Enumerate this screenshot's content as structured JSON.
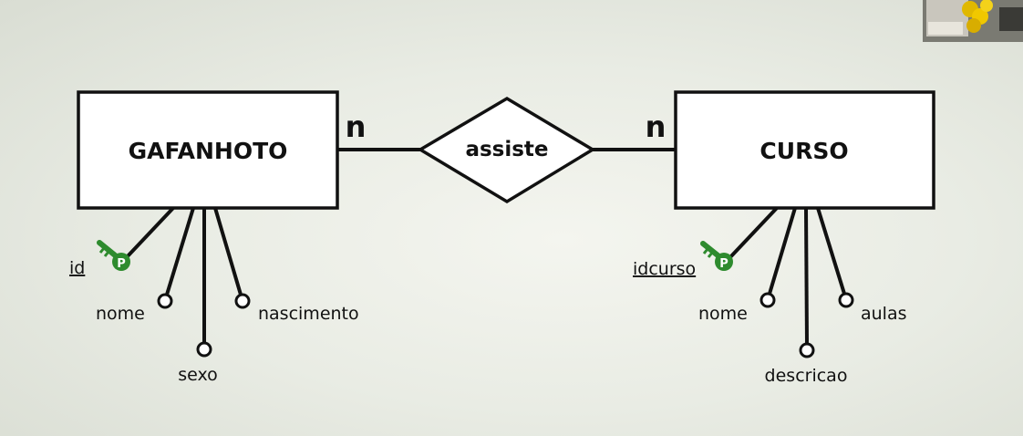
{
  "entities": [
    {
      "id": "gafanhoto",
      "name": "GAFANHOTO"
    },
    {
      "id": "curso",
      "name": "CURSO"
    }
  ],
  "relationship": {
    "name": "assiste"
  },
  "cardinality": {
    "left": "n",
    "right": "n"
  },
  "attributes": {
    "gafanhoto": {
      "key": "id",
      "nome": "nome",
      "sexo": "sexo",
      "nascimento": "nascimento"
    },
    "curso": {
      "key": "idcurso",
      "nome": "nome",
      "descricao": "descricao",
      "aulas": "aulas"
    }
  },
  "icons": {
    "primary_key": "key-icon",
    "primary_key_letter": "P",
    "primary_key_color": "#2e8b2e"
  }
}
